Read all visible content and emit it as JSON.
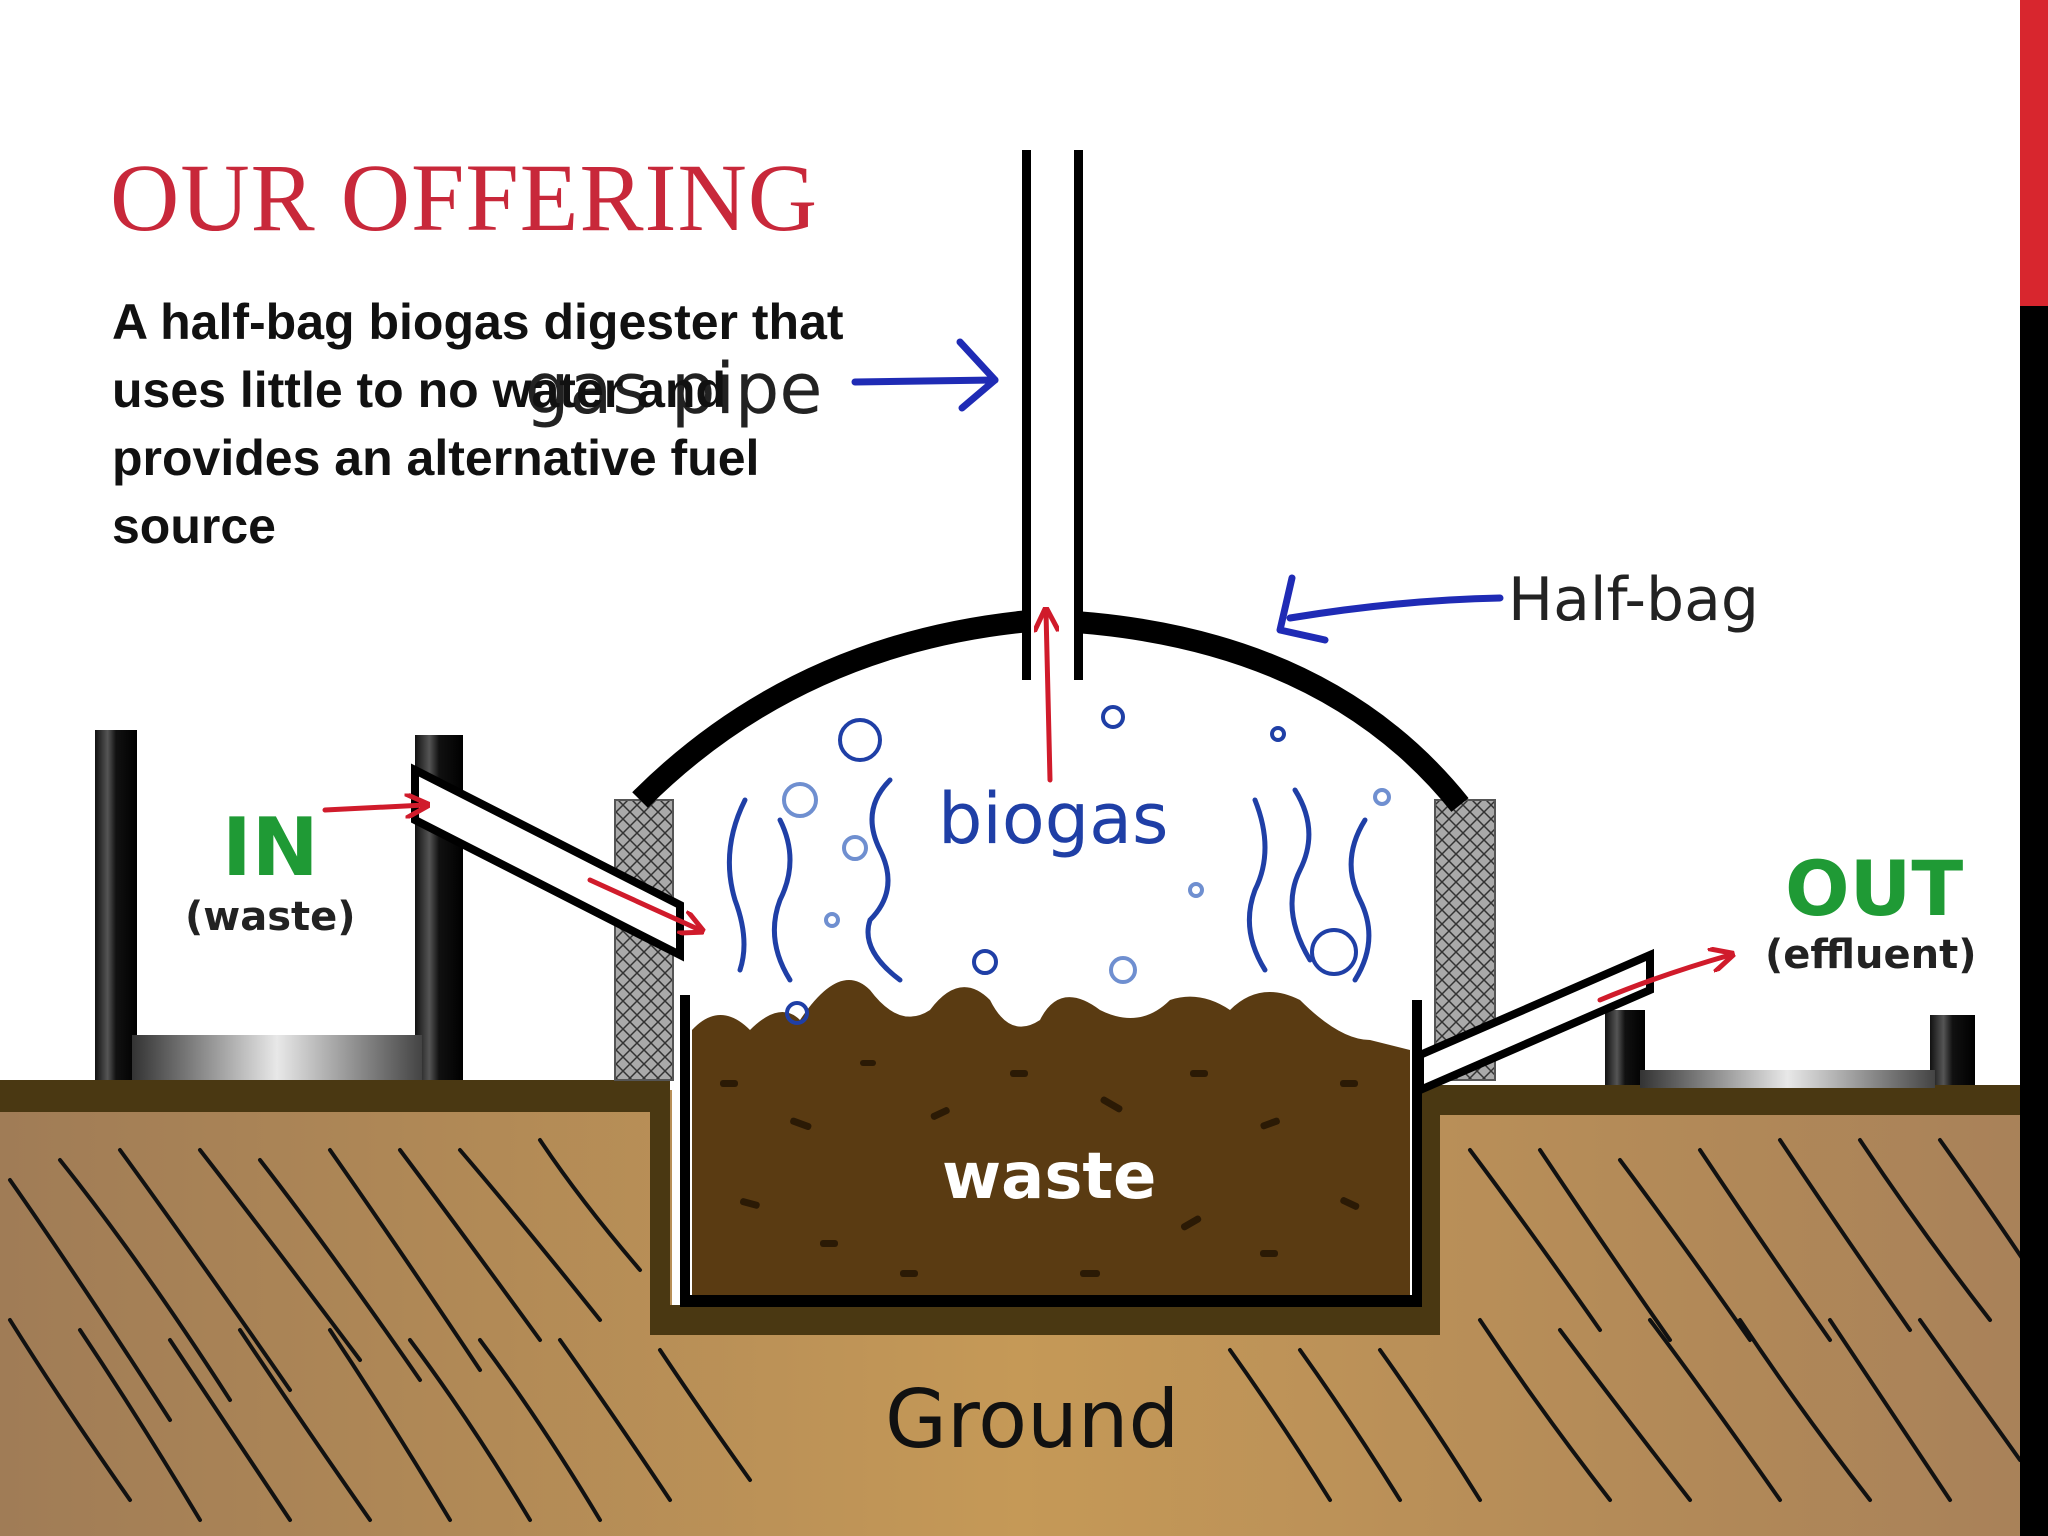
{
  "slide": {
    "title": "OUR OFFERING",
    "body": "A half-bag biogas digester that uses little to no water and provides an alternative fuel source"
  },
  "diagram": {
    "labels": {
      "gas_pipe": "gas pipe",
      "half_bag": "Half-bag",
      "biogas": "biogas",
      "in": "IN",
      "in_sub": "(waste)",
      "out": "OUT",
      "out_sub": "(effluent)",
      "waste": "waste",
      "ground": "Ground"
    }
  },
  "colors": {
    "title_red": "#c8283a",
    "accent_red": "#d8262e",
    "accent_black": "#000000",
    "arrow_red": "#d01b2b",
    "arrow_blue": "#1f2bb5",
    "label_green": "#1f9a35",
    "biogas_blue": "#1f3fa6",
    "waste_brown": "#5a3b12",
    "ground_tan": "#b88a52"
  }
}
